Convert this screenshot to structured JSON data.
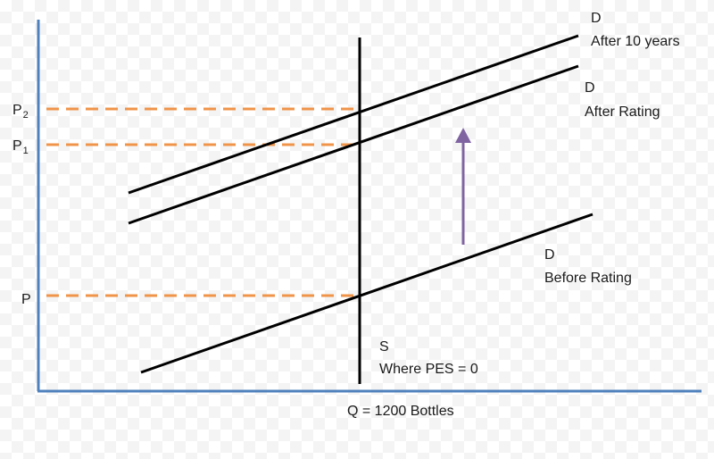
{
  "colors": {
    "axis": "#4f81bd",
    "curve": "#000000",
    "guide": "#f0944a",
    "arrow": "#8064a2"
  },
  "labels": {
    "p2_main": "P",
    "p2_sub": "2",
    "p1_main": "P",
    "p1_sub": "1",
    "p": "P",
    "q": "Q = 1200 Bottles",
    "s_title": "S",
    "s_desc": "Where PES = 0",
    "d_after10_title": "D",
    "d_after10_desc": "After 10 years",
    "d_after_rating_title": "D",
    "d_after_rating_desc": "After Rating",
    "d_before_title": "D",
    "d_before_desc": "Before Rating"
  }
}
